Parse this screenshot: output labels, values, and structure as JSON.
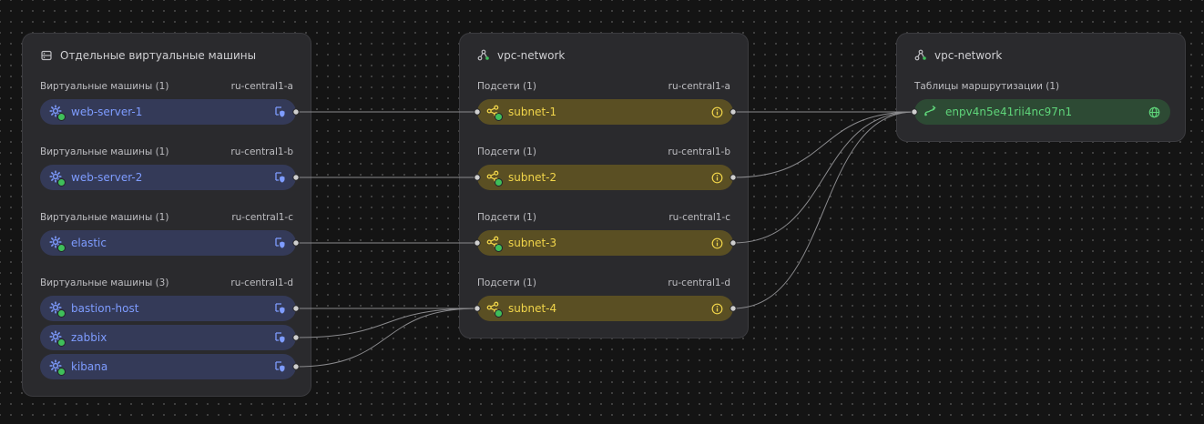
{
  "colors": {
    "canvas_bg": "#141414",
    "panel_bg": "#2a2a2d",
    "vm_node_bg": "#343a58",
    "vm_text": "#7e9cff",
    "subnet_node_bg": "#5a4f23",
    "subnet_text": "#f1d54a",
    "route_node_bg": "#2d4a34",
    "route_text": "#5fd57a",
    "status_dot": "#3fbf5a"
  },
  "vm_panel": {
    "title": "Отдельные виртуальные машины",
    "icon": "server-list-icon",
    "groups": [
      {
        "label": "Виртуальные машины (1)",
        "zone": "ru-central1-a",
        "vms": [
          "web-server-1"
        ]
      },
      {
        "label": "Виртуальные машины (1)",
        "zone": "ru-central1-b",
        "vms": [
          "web-server-2"
        ]
      },
      {
        "label": "Виртуальные машины (1)",
        "zone": "ru-central1-c",
        "vms": [
          "elastic"
        ]
      },
      {
        "label": "Виртуальные машины (3)",
        "zone": "ru-central1-d",
        "vms": [
          "bastion-host",
          "zabbix",
          "kibana"
        ]
      }
    ],
    "vm_icon": "vm-gear-icon",
    "vm_action_icon": "security-group-icon"
  },
  "subnet_panel": {
    "title": "vpc-network",
    "icon": "network-icon",
    "groups": [
      {
        "label": "Подсети (1)",
        "zone": "ru-central1-a",
        "subnet": "subnet-1"
      },
      {
        "label": "Подсети (1)",
        "zone": "ru-central1-b",
        "subnet": "subnet-2"
      },
      {
        "label": "Подсети (1)",
        "zone": "ru-central1-c",
        "subnet": "subnet-3"
      },
      {
        "label": "Подсети (1)",
        "zone": "ru-central1-d",
        "subnet": "subnet-4"
      }
    ],
    "subnet_icon": "subnet-icon",
    "info_icon": "info-icon"
  },
  "route_panel": {
    "title": "vpc-network",
    "icon": "network-icon",
    "group_label": "Таблицы маршрутизации (1)",
    "route_table": "enpv4n5e41rii4nc97n1",
    "route_icon": "route-table-icon",
    "globe_icon": "globe-icon"
  },
  "edges": [
    {
      "from": "web-server-1",
      "to": "subnet-1"
    },
    {
      "from": "web-server-2",
      "to": "subnet-2"
    },
    {
      "from": "elastic",
      "to": "subnet-3"
    },
    {
      "from": "bastion-host",
      "to": "subnet-4"
    },
    {
      "from": "zabbix",
      "to": "subnet-4"
    },
    {
      "from": "kibana",
      "to": "subnet-4"
    },
    {
      "from": "subnet-1",
      "to": "enpv4n5e41rii4nc97n1"
    },
    {
      "from": "subnet-2",
      "to": "enpv4n5e41rii4nc97n1"
    },
    {
      "from": "subnet-3",
      "to": "enpv4n5e41rii4nc97n1"
    },
    {
      "from": "subnet-4",
      "to": "enpv4n5e41rii4nc97n1"
    }
  ]
}
